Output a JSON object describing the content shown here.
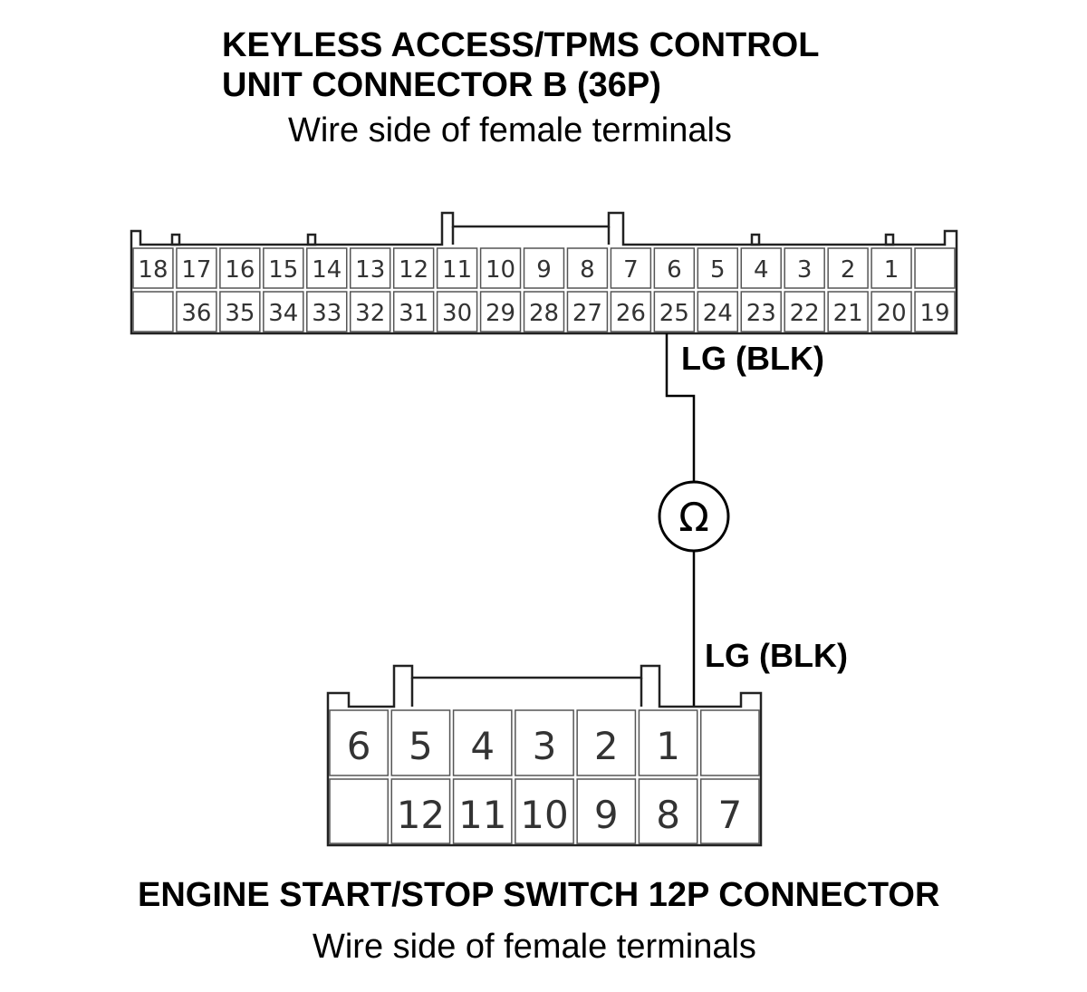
{
  "connector_b": {
    "title_line1": "KEYLESS ACCESS/TPMS CONTROL",
    "title_line2": "UNIT CONNECTOR B (36P)",
    "subtitle": "Wire side of female terminals",
    "top_row": [
      "18",
      "17",
      "16",
      "15",
      "14",
      "13",
      "12",
      "11",
      "10",
      "9",
      "8",
      "7",
      "6",
      "5",
      "4",
      "3",
      "2",
      "1",
      ""
    ],
    "bottom_row": [
      "",
      "36",
      "35",
      "34",
      "33",
      "32",
      "31",
      "30",
      "29",
      "28",
      "27",
      "26",
      "25",
      "24",
      "23",
      "22",
      "21",
      "20",
      "19"
    ]
  },
  "wire": {
    "upper_label": "LG (BLK)",
    "lower_label": "LG (BLK)",
    "meter_symbol": "Ω",
    "meter_icon": "ohmmeter-icon"
  },
  "switch_connector": {
    "title": "ENGINE START/STOP SWITCH 12P CONNECTOR",
    "subtitle": "Wire side of female terminals",
    "top_row": [
      "6",
      "5",
      "4",
      "3",
      "2",
      "1",
      ""
    ],
    "bottom_row": [
      "",
      "12",
      "11",
      "10",
      "9",
      "8",
      "7"
    ]
  }
}
